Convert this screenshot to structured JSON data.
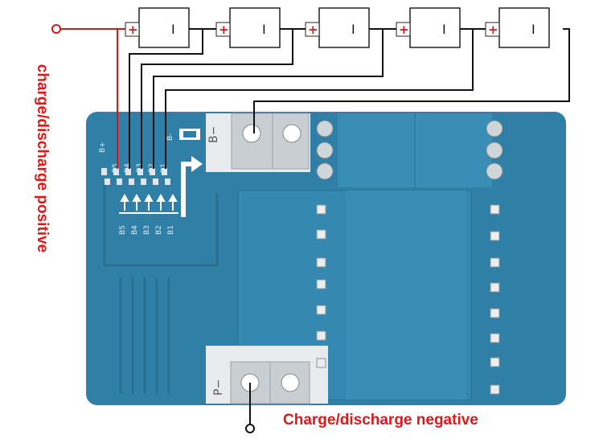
{
  "labels": {
    "positive": "charge/discharge positive",
    "negative": "Charge/discharge negative"
  },
  "battery_cells": [
    {
      "plus": "+",
      "minus": "I"
    },
    {
      "plus": "+",
      "minus": "I"
    },
    {
      "plus": "+",
      "minus": "I"
    },
    {
      "plus": "+",
      "minus": "I"
    },
    {
      "plus": "+",
      "minus": "I"
    }
  ],
  "board": {
    "top_pins": [
      "B+",
      "B5",
      "B4",
      "B3",
      "B2",
      "B1",
      "B-"
    ],
    "bottom_pins": [
      "B5",
      "B4",
      "B3",
      "B2",
      "B1"
    ],
    "pad_b_minus": "B−",
    "pad_p_minus": "P−"
  },
  "colors": {
    "board": "#2f7fa6",
    "wire": "#111111",
    "positive_wire": "#d01a1a",
    "label": "#e01818"
  }
}
